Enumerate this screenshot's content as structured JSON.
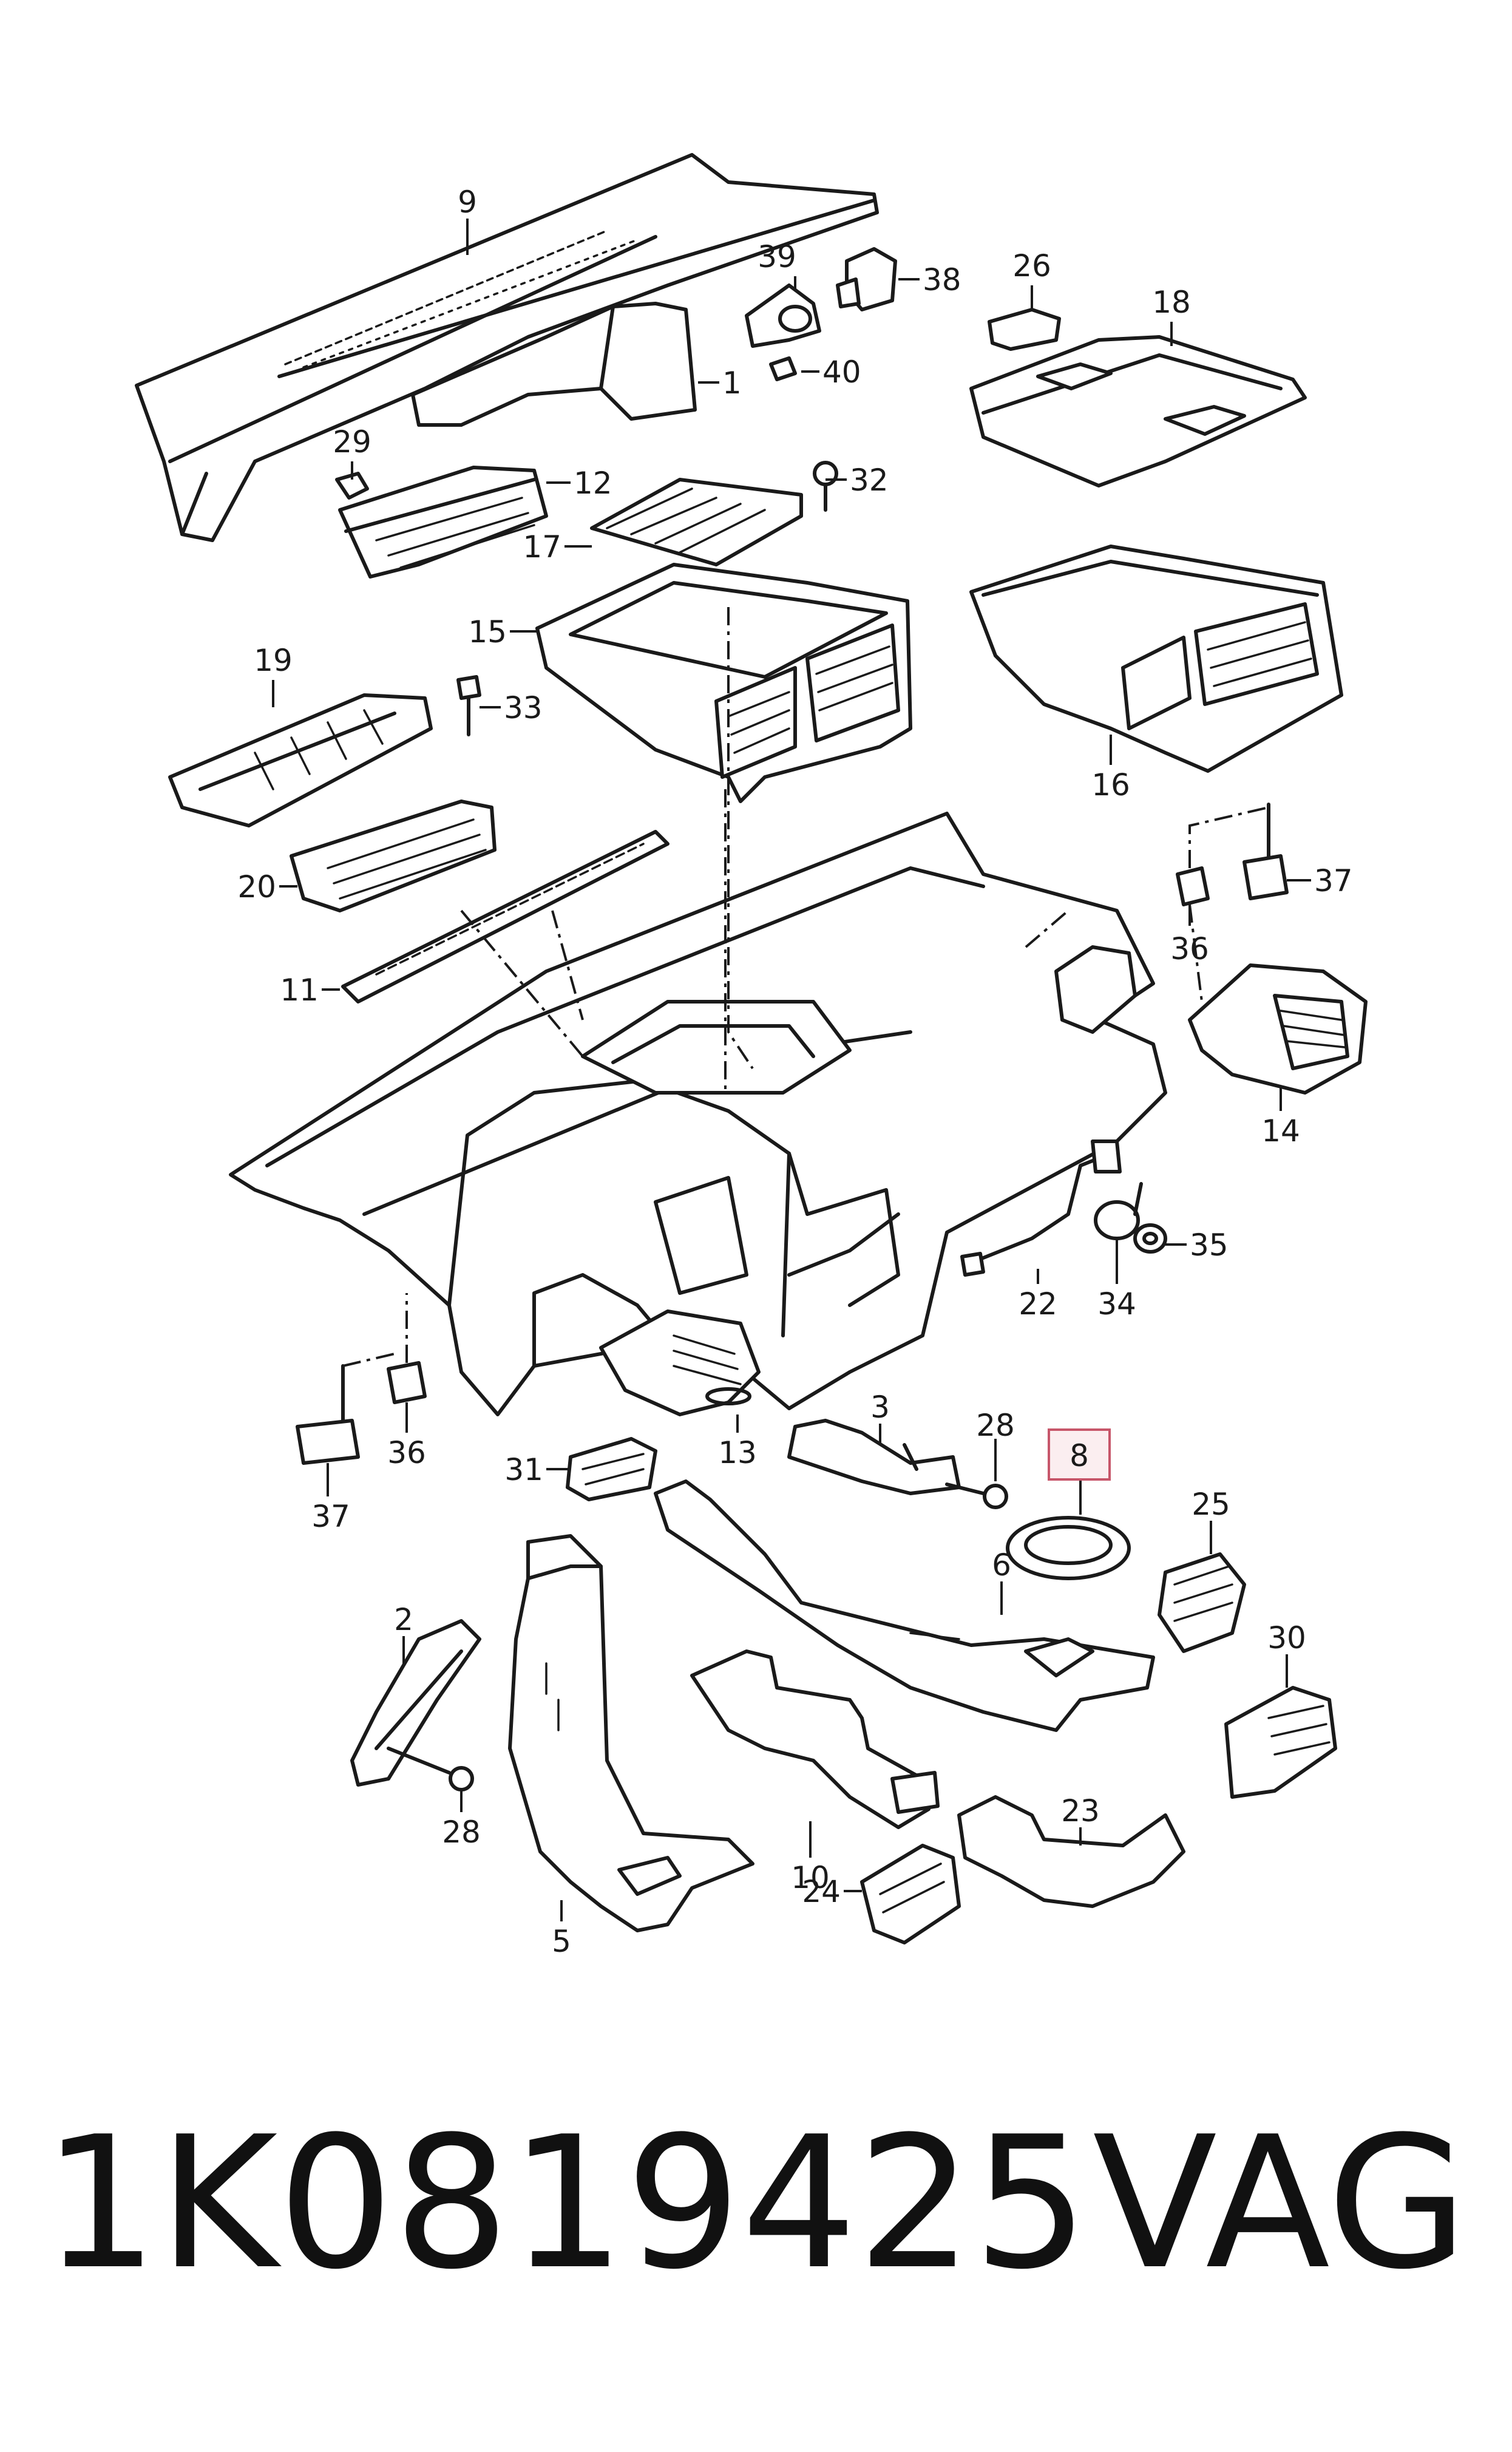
{
  "footer": {
    "part_number": "1K0819425",
    "brand": "VAG"
  },
  "highlight_color": "#c7566a",
  "callouts": {
    "c1": "1",
    "c2": "2",
    "c3": "3",
    "c5": "5",
    "c6": "6",
    "c8": "8",
    "c9": "9",
    "c10": "10",
    "c11": "11",
    "c12": "12",
    "c13": "13",
    "c14": "14",
    "c15": "15",
    "c16": "16",
    "c17": "17",
    "c18": "18",
    "c19": "19",
    "c20": "20",
    "c22": "22",
    "c23": "23",
    "c24": "24",
    "c25": "25",
    "c26": "26",
    "c28": "28",
    "c29": "29",
    "c30": "30",
    "c31": "31",
    "c32": "32",
    "c33": "33",
    "c34": "34",
    "c35": "35",
    "c36": "36",
    "c37": "37",
    "c38": "38",
    "c39": "39",
    "c40": "40"
  }
}
